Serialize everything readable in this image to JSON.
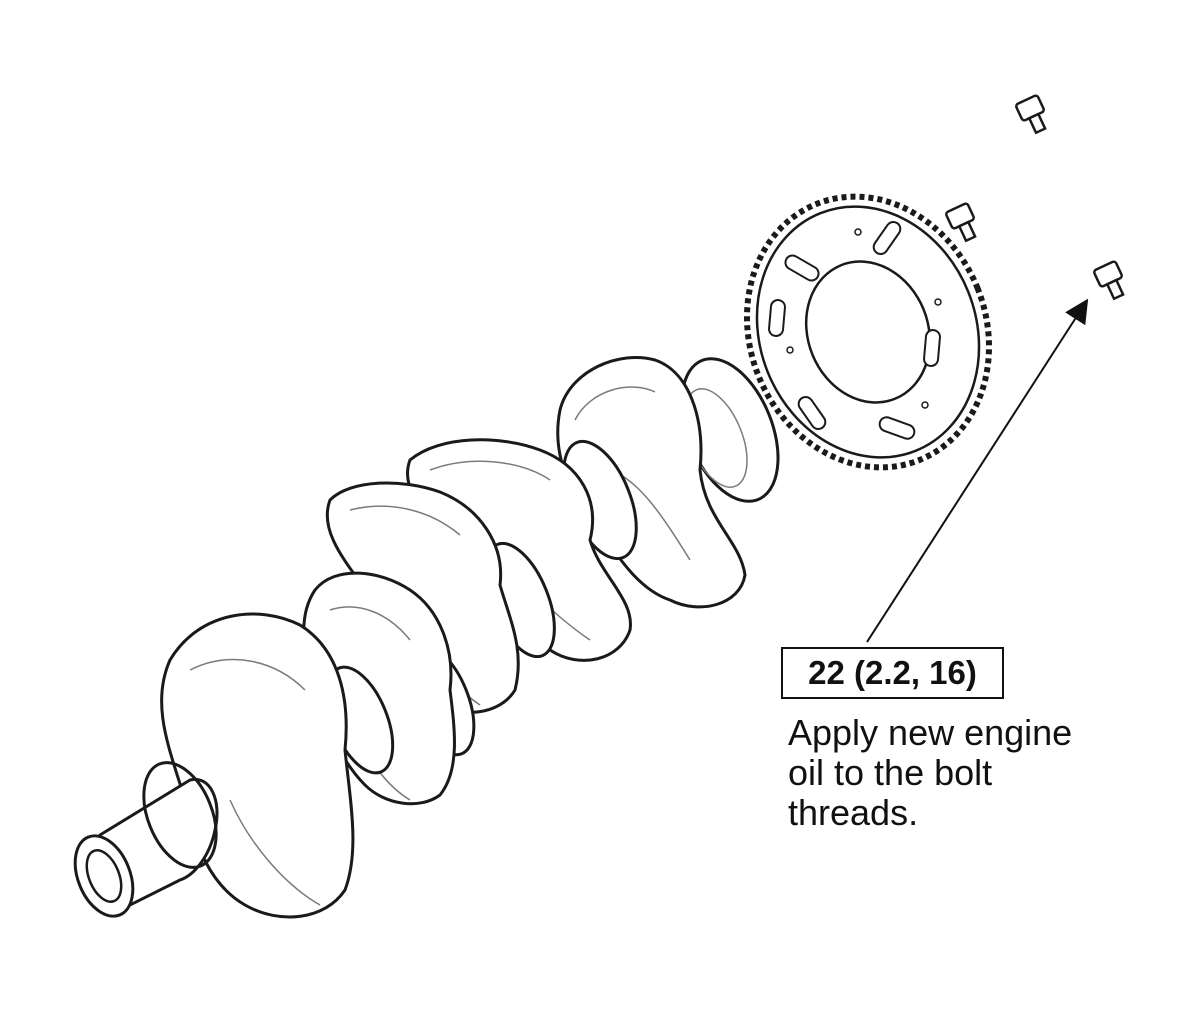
{
  "callout": {
    "torque_spec": "22 (2.2, 16)",
    "note_lines": [
      "Apply new engine",
      "oil to the bolt",
      "threads."
    ]
  },
  "parts": {
    "icons": [
      "crankshaft-icon",
      "sprocket-icon",
      "bolt-icon"
    ]
  },
  "colors": {
    "line": "#1a1a1a",
    "thin_line": "#7a7a7a",
    "background": "#ffffff"
  }
}
